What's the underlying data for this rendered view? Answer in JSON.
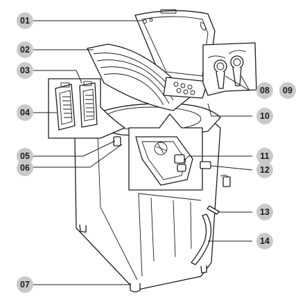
{
  "callouts": [
    {
      "id": "c01",
      "label": "01"
    },
    {
      "id": "c02",
      "label": "02"
    },
    {
      "id": "c03",
      "label": "03"
    },
    {
      "id": "c04",
      "label": "04"
    },
    {
      "id": "c05",
      "label": "05"
    },
    {
      "id": "c06",
      "label": "06"
    },
    {
      "id": "c07",
      "label": "07"
    },
    {
      "id": "c08",
      "label": "08"
    },
    {
      "id": "c09",
      "label": "09"
    },
    {
      "id": "c10",
      "label": "10"
    },
    {
      "id": "c11",
      "label": "11"
    },
    {
      "id": "c12",
      "label": "12"
    },
    {
      "id": "c13",
      "label": "13"
    },
    {
      "id": "c14",
      "label": "14"
    }
  ],
  "colors": {
    "callout_fill": "#c9c9c9",
    "line": "#1a1a1a",
    "background": "#ffffff"
  }
}
